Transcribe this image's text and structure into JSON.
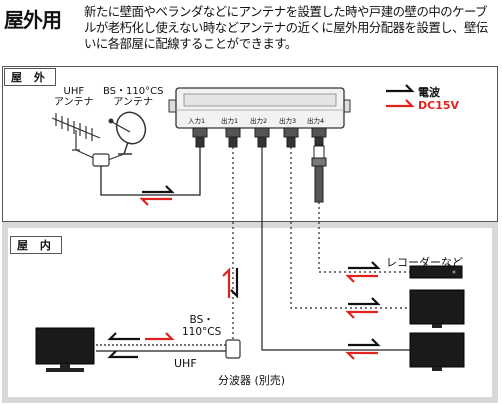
{
  "title": "屋外用",
  "description": "新たに壁面やベランダなどにアンテナを設置した時や戸建の壁の中のケーブルが老朽化し使えない時などアンテナの近くに屋外用分配器を設置し、壁伝いに各部屋に配線することができます。",
  "sections": {
    "outdoor": "屋 外",
    "indoor": "屋 内"
  },
  "antennas": {
    "uhf": "UHF\nアンテナ",
    "bs": "BS・110°CS\nアンテナ"
  },
  "distributor_ports": [
    "入力1",
    "出力1",
    "出力2",
    "出力3",
    "出力4"
  ],
  "legend": {
    "wave": "電波",
    "dc": "DC15V"
  },
  "labels": {
    "recorder": "レコーダーなど",
    "bs_cs": "BS・\n110°CS",
    "uhf": "UHF",
    "splitter": "分波器 (別売)"
  },
  "colors": {
    "wave": "#111111",
    "dc": "#e0231e",
    "indoor_border": "#d9d9d9"
  }
}
